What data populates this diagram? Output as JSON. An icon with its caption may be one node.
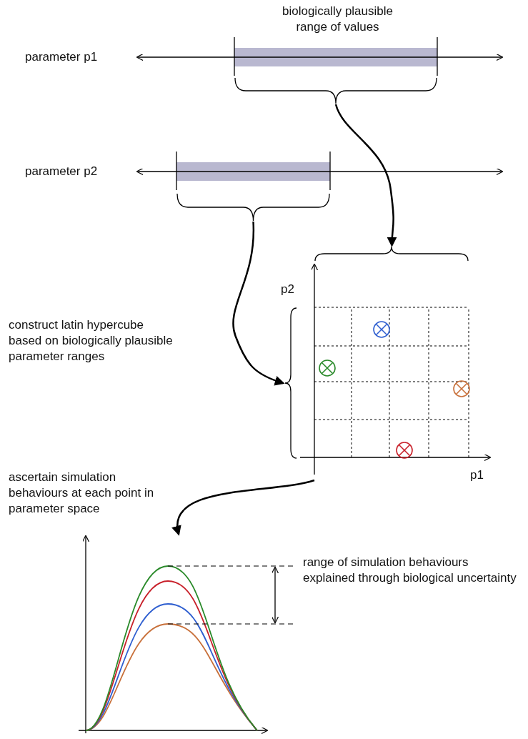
{
  "diagram": {
    "nodes": [
      {
        "text": [],
        "shape": "bracket"
      },
      {
        "text": [],
        "shape": "bracket"
      },
      {
        "text": [],
        "shape": "bracket"
      },
      {
        "text": [],
        "shape": "bracket"
      },
      {
        "text": [],
        "shape": "picture"
      },
      {
        "text": [],
        "shape": "picture",
        "beside": [
          "range of simulation behaviours explained through biological uncertainty"
        ]
      }
    ],
    "edges": [
      {
        "from": 0,
        "to": 2,
        "arrow": "to"
      },
      {
        "from": 1,
        "to": 3,
        "arrow": "to"
      },
      {
        "from": 4,
        "to": 5,
        "arrow": "to"
      }
    ],
    "labels": [
      "biologically plausible range of values",
      "parameter p1",
      "parameter p2",
      "p2",
      "construct latin hypercube based on biologically plausible parameter ranges",
      "p1",
      "ascertain simulation behaviours at each point in parameter space"
    ]
  }
}
